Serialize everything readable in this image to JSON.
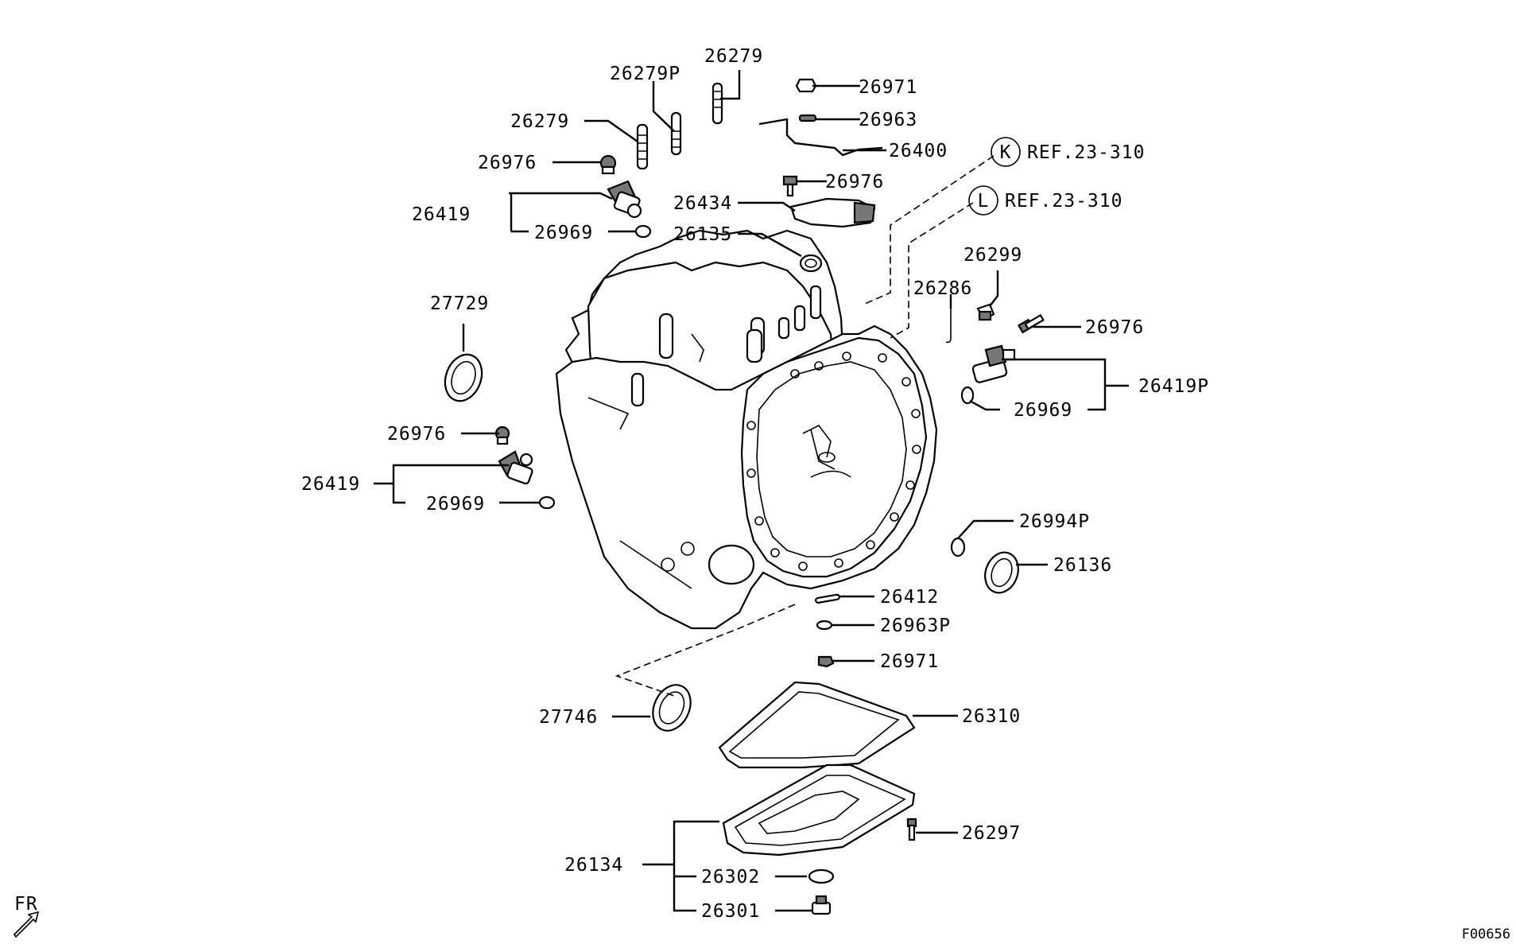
{
  "diagram_code": "F00656",
  "fr_label": "FR",
  "callouts": {
    "k": {
      "letter": "K",
      "ref": "REF.23-310"
    },
    "l": {
      "letter": "L",
      "ref": "REF.23-310"
    }
  },
  "parts": {
    "p26279_top": "26279",
    "p26279P": "26279P",
    "p26279_left": "26279",
    "p26971_top": "26971",
    "p26963": "26963",
    "p26400": "26400",
    "p26976_a": "26976",
    "p26976_b": "26976",
    "p26419_a": "26419",
    "p26969_a": "26969",
    "p26434": "26434",
    "p26135": "26135",
    "p27729": "27729",
    "p26299": "26299",
    "p26286": "26286",
    "p26976_c": "26976",
    "p26419P": "26419P",
    "p26969_b": "26969",
    "p26976_d": "26976",
    "p26419_b": "26419",
    "p26969_c": "26969",
    "p26994P": "26994P",
    "p26136": "26136",
    "p26412": "26412",
    "p26963P": "26963P",
    "p26971_bot": "26971",
    "p27746": "27746",
    "p26310": "26310",
    "p26297": "26297",
    "p26134": "26134",
    "p26302": "26302",
    "p26301": "26301"
  }
}
